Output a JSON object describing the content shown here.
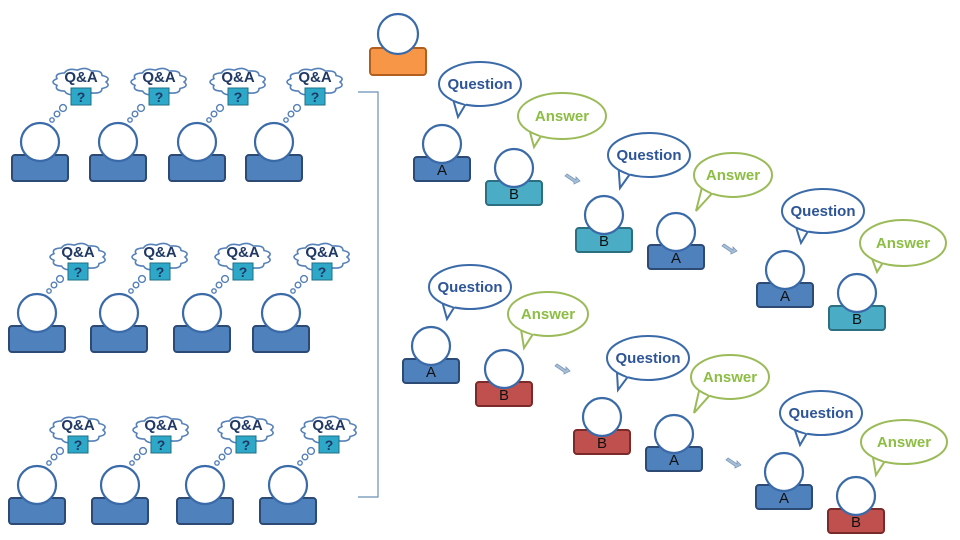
{
  "labels": {
    "qa": "Q&A",
    "question_mark": "?",
    "question": "Question",
    "answer": "Answer",
    "a": "A",
    "b": "B"
  },
  "colors": {
    "blue_body": "#4f81bd",
    "blue_border": "#2c4a74",
    "cyan_body": "#4bacc6",
    "cyan_border": "#2b6f80",
    "red_body": "#c0504d",
    "red_border": "#7a2a28",
    "orange_body": "#f79646",
    "orange_border": "#b05f1e",
    "head_stroke": "#3a6aa8",
    "thought_stroke": "#5580b8",
    "qa_box": "#2ea8c8",
    "question_stroke": "#3a6aa8",
    "answer_stroke": "#9bbb59",
    "bracket": "#6a8fb8",
    "arrow": "#a8c0d8"
  },
  "left_panel": {
    "rows": 3,
    "people_per_row": 4,
    "icons": [
      "thought-bubble-icon",
      "help-box-icon",
      "person-icon"
    ]
  },
  "right_panel": {
    "top_sequence": [
      "A",
      "B",
      "B",
      "A",
      "A",
      "B"
    ],
    "top_b_color": "cyan",
    "bottom_sequence": [
      "A",
      "B",
      "B",
      "A",
      "A",
      "B"
    ],
    "bottom_b_color": "red",
    "icons": [
      "speech-bubble-icon",
      "arrow-icon",
      "person-icon"
    ]
  },
  "moderator": {
    "color": "orange",
    "icon": "person-icon"
  }
}
